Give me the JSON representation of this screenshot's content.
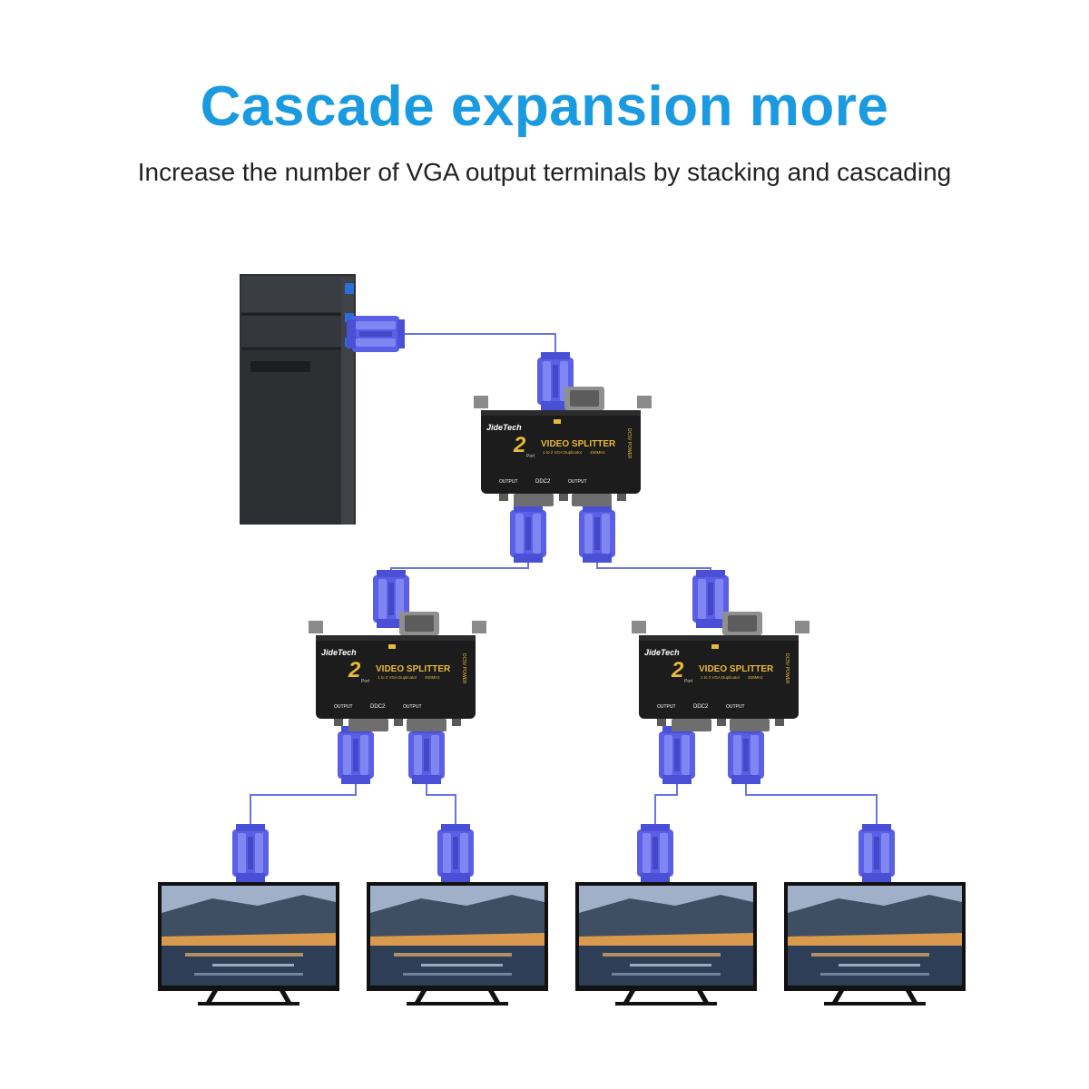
{
  "header": {
    "title": "Cascade expansion more",
    "subtitle": "Increase the number of VGA output terminals by stacking and cascading"
  },
  "colors": {
    "title": "#1a9ae0",
    "cable": "#6a74e8",
    "connector": "#5a5fe6",
    "splitter_body": "#1c1c1c",
    "splitter_label": "#e9b93a",
    "tower": "#2d2f33"
  },
  "icons": [
    "pc-tower",
    "vga-splitter",
    "vga-connector",
    "tv-monitor"
  ],
  "splitter": {
    "brand": "JideTech",
    "model_number": "2",
    "model_suffix": "Port",
    "product": "VIDEO SPLITTER",
    "sub_label": "1 to 2 VGA Duplicator",
    "freq": "450MHz",
    "output1": "OUTPUT",
    "ddc": "DDC2",
    "output2": "OUTPUT",
    "side_power": "DC5V POWER"
  }
}
